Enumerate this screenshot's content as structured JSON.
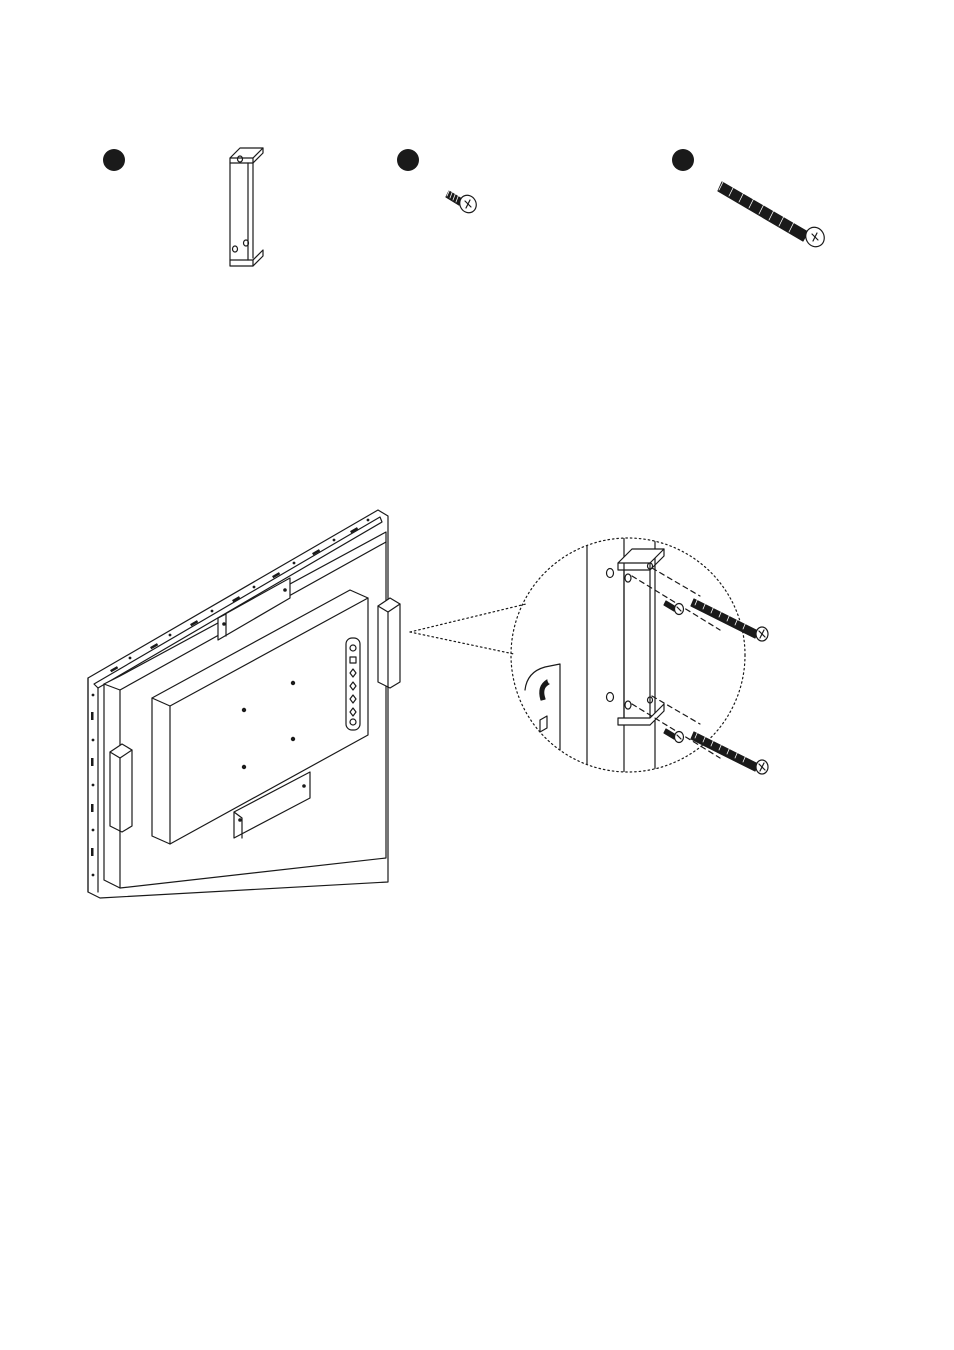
{
  "page": {
    "background": "#ffffff",
    "ink": "#1a1a1a"
  },
  "parts": [
    {
      "name": "mounting-bracket",
      "marker": "filled-circle"
    },
    {
      "name": "short-screw",
      "marker": "filled-circle"
    },
    {
      "name": "long-screw",
      "marker": "filled-circle"
    }
  ],
  "assembly": {
    "monitor_controls": [
      "power-icon",
      "menu-icon",
      "up-icon",
      "down-icon",
      "left-icon",
      "right-icon",
      "source-icon"
    ],
    "detail_view": "dotted-magnifier-circle"
  }
}
